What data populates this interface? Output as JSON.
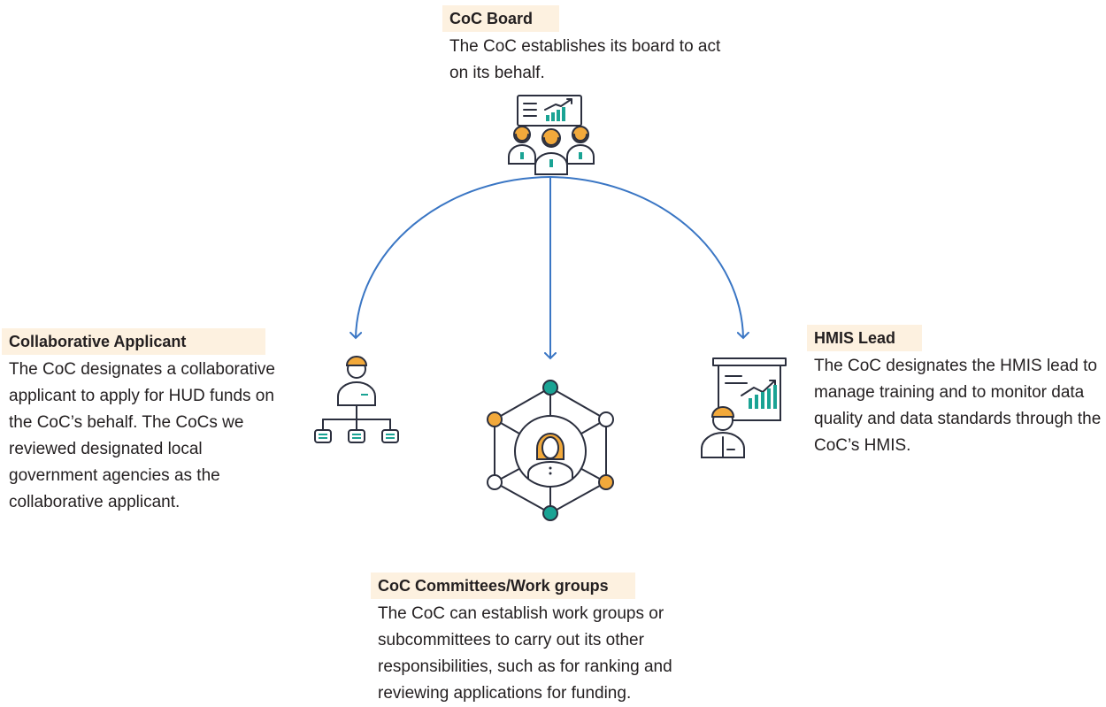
{
  "board": {
    "title": "CoC Board",
    "body": "The CoC establishes its board to act on its behalf."
  },
  "applicant": {
    "title": "Collaborative Applicant",
    "body": "The CoC designates a collaborative applicant to apply for HUD funds on the CoC’s behalf. The CoCs we reviewed designated local government agencies as the collaborative applicant."
  },
  "hmis": {
    "title": "HMIS Lead",
    "body": "The CoC designates the HMIS lead to manage training and to monitor data quality and data standards through the CoC’s HMIS."
  },
  "committees": {
    "title": "CoC Committees/Work groups",
    "body": "The CoC can establish work groups or subcommittees to carry out its other responsibilities, such as for ranking and reviewing applications for funding."
  },
  "colors": {
    "arrow": "#3a76c4",
    "accent_orange": "#f2a93b",
    "accent_teal": "#1aa394",
    "outline": "#2b2f3e",
    "header_bg": "#fdf1e0"
  },
  "icons": [
    "board-meeting-icon",
    "org-chart-person-icon",
    "team-network-icon",
    "presenter-chart-icon"
  ]
}
